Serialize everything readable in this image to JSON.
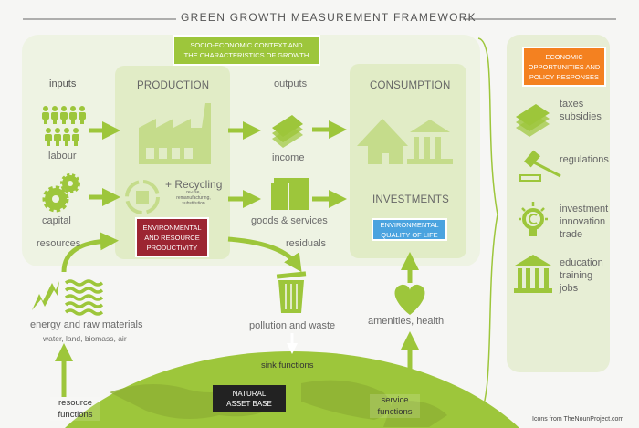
{
  "title": "GREEN GROWTH MEASUREMENT FRAMEWORK",
  "colors": {
    "green": "#9dc63b",
    "panel": "#eef3e3",
    "inner_panel": "#e1ecc6",
    "red": "#9c2532",
    "blue": "#4aa3df",
    "orange": "#f48120",
    "dark": "#222222"
  },
  "context_box": {
    "line1": "SOCIO-ECONOMIC CONTEXT AND",
    "line2": "THE CHARACTERISTICS OF GROWTH"
  },
  "inputs": {
    "heading": "inputs",
    "labour": "labour",
    "capital": "capital",
    "resources": "resources"
  },
  "production": {
    "heading": "PRODUCTION",
    "recycling": "+ Recycling",
    "recycling_sub1": "re-use,",
    "recycling_sub2": "remanufacturing,",
    "recycling_sub3": "substitution",
    "env_box1": "ENVIRONMENTAL",
    "env_box2": "AND RESOURCE",
    "env_box3": "PRODUCTIVITY"
  },
  "outputs": {
    "heading": "outputs",
    "income": "income",
    "goods": "goods & services",
    "residuals": "residuals"
  },
  "consumption": {
    "heading": "CONSUMPTION",
    "investments": "INVESTMENTS",
    "quality_box1": "ENVIRONMENTAL",
    "quality_box2": "QUALITY OF LIFE"
  },
  "lower": {
    "energy": "energy and raw materials",
    "energy_sub": "water, land, biomass, air",
    "pollution": "pollution and waste",
    "amenities": "amenities, health",
    "sink": "sink functions",
    "resource_f1": "resource",
    "resource_f2": "functions",
    "service_f1": "service",
    "service_f2": "functions",
    "natural1": "NATURAL",
    "natural2": "ASSET BASE"
  },
  "policy": {
    "box1": "ECONOMIC",
    "box2": "OPPORTUNITIES AND",
    "box3": "POLICY RESPONSES",
    "items": [
      {
        "lines": [
          "taxes",
          "subsidies"
        ]
      },
      {
        "lines": [
          "regulations"
        ]
      },
      {
        "lines": [
          "investment",
          "innovation",
          "trade"
        ]
      },
      {
        "lines": [
          "education",
          "training",
          "jobs"
        ]
      }
    ]
  },
  "credit": "Icons from TheNounProject.com"
}
